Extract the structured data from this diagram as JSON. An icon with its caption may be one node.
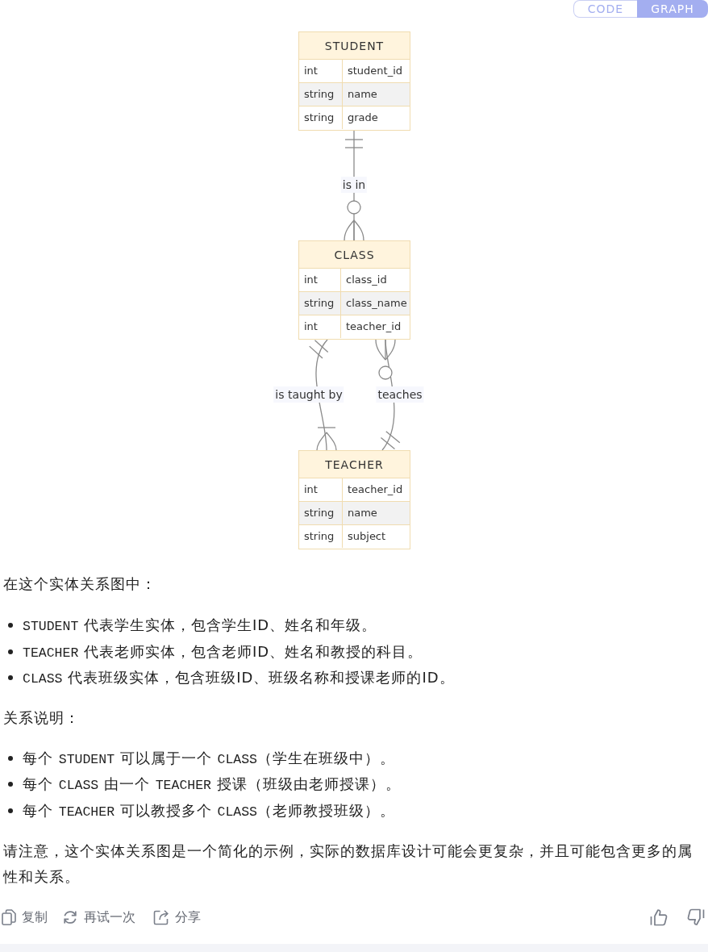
{
  "diagram": {
    "nodes": [
      {
        "text": [
          "STUDENT",
          "int",
          "student_id",
          "string",
          "name",
          "string",
          "grade"
        ]
      },
      {
        "text": [
          "CLASS",
          "int",
          "class_id",
          "string",
          "class_name",
          "int",
          "teacher_id"
        ]
      },
      {
        "text": [
          "TEACHER",
          "int",
          "teacher_id",
          "string",
          "name",
          "string",
          "subject"
        ]
      }
    ],
    "edges": [
      {
        "from": 0,
        "to": 1,
        "arrow": "other",
        "label": "is in"
      },
      {
        "from": 1,
        "to": 2,
        "arrow": "other",
        "label": "is taught by"
      },
      {
        "from": 2,
        "to": 1,
        "arrow": "other",
        "label": "teaches"
      }
    ],
    "labels": [
      "CODE",
      "GRAPH",
      "在这个实体关系图中：",
      "STUDENT 代表学生实体，包含学生ID、姓名和年级。",
      "TEACHER 代表老师实体，包含老师ID、姓名和教授的科目。",
      "CLASS 代表班级实体，包含班级ID、班级名称和授课老师的ID。",
      "关系说明：",
      "每个 STUDENT 可以属于一个 CLASS（学生在班级中）。",
      "每个 CLASS 由一个 TEACHER 授课（班级由老师授课）。",
      "每个 TEACHER 可以教授多个 CLASS（老师教授班级）。",
      "请注意，这个实体关系图是一个简化的示例，实际的数据库设计可能会更复杂，并且可能包含更多的属性和关系。",
      "复制",
      "再试一次",
      "分享"
    ]
  }
}
